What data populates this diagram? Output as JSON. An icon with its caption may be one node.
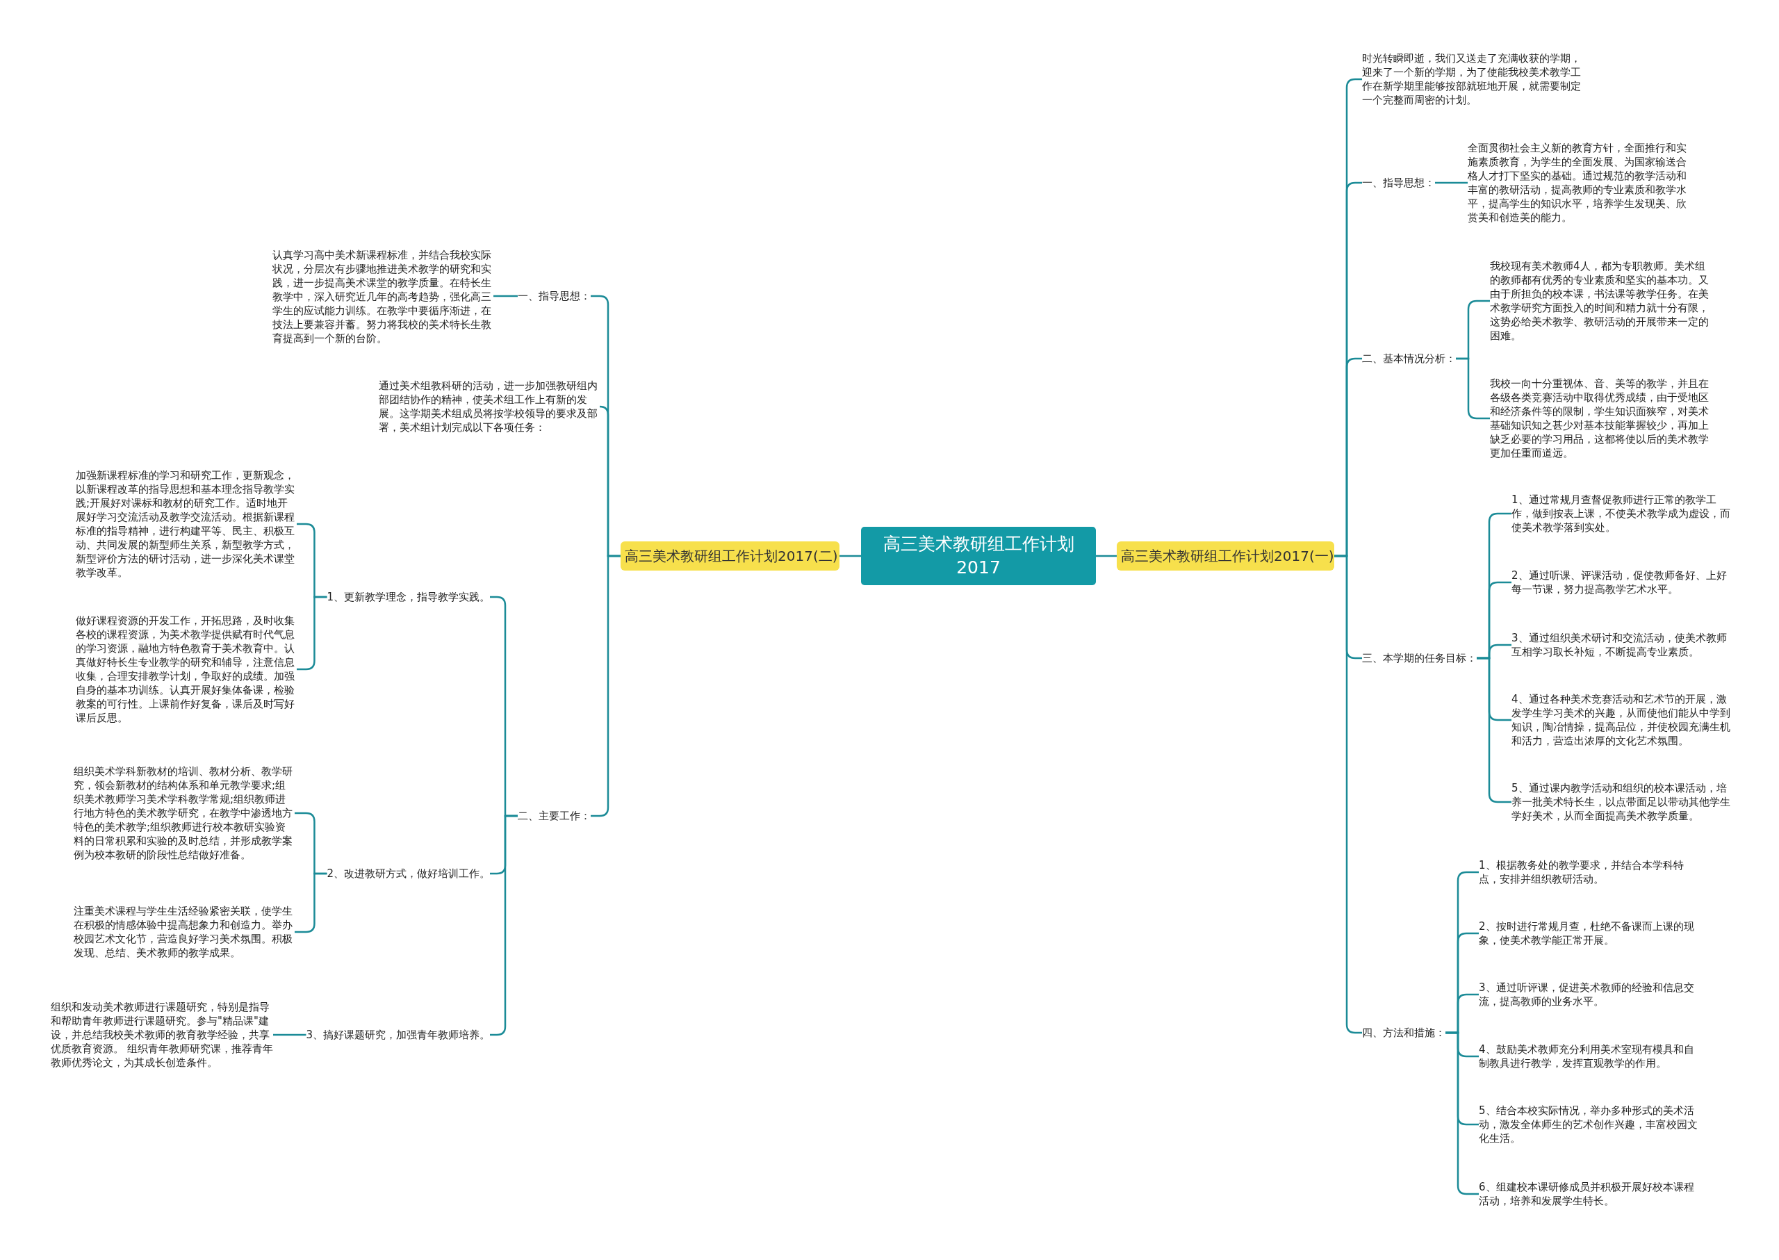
{
  "diagram": {
    "nodes": [
      {
        "text": [
          "高三美术教研组工作计划2017"
        ]
      },
      {
        "text": [
          "高三美术教研组工作计划2017(一)"
        ]
      },
      {
        "text": [
          "高三美术教研组工作计划2017(二)"
        ]
      },
      {
        "text": [
          "时光转瞬即逝，我们又送走了充满收获的学期，迎来了一个新的学期，为了使能我校美术教学工作在新学期里能够按部就班地开展，就需要制定一个完整而周密的计划。"
        ]
      },
      {
        "text": [
          "一、指导思想："
        ]
      },
      {
        "text": [
          "全面贯彻社会主义新的教育方针，全面推行和实施素质教育，为学生的全面发展、为国家输送合格人才打下坚实的基础。通过规范的教学活动和丰富的教研活动，提高教师的专业素质和教学水平，提高学生的知识水平，培养学生发现美、欣赏美和创造美的能力。"
        ]
      },
      {
        "text": [
          "二、基本情况分析："
        ]
      },
      {
        "text": [
          "我校现有美术教师4人，都为专职教师。美术组的教师都有优秀的专业素质和坚实的基本功。又由于所担负的校本课，书法课等教学任务。在美术教学研究方面投入的时间和精力就十分有限，这势必给美术教学、教研活动的开展带来一定的困难。"
        ]
      },
      {
        "text": [
          "我校一向十分重视体、音、美等的教学，并且在各级各类竞赛活动中取得优秀成绩，由于受地区和经济条件等的限制，学生知识面狭窄，对美术基础知识知之甚少对基本技能掌握较少，再加上缺乏必要的学习用品，这都将使以后的美术教学更加任重而道远。"
        ]
      },
      {
        "text": [
          "三、本学期的任务目标："
        ]
      },
      {
        "text": [
          "1、通过常规月查督促教师进行正常的教学工作，做到按表上课，不使美术教学成为虚设，而使美术教学落到实处。"
        ]
      },
      {
        "text": [
          "2、通过听课、评课活动，促使教师备好、上好每一节课，努力提高教学艺术水平。"
        ]
      },
      {
        "text": [
          "3、通过组织美术研讨和交流活动，使美术教师互相学习取长补短，不断提高专业素质。"
        ]
      },
      {
        "text": [
          "4、通过各种美术竞赛活动和艺术节的开展，激发学生学习美术的兴趣，从而使他们能从中学到知识，陶冶情操，提高品位，并使校园充满生机和活力，营造出浓厚的文化艺术氛围。"
        ]
      },
      {
        "text": [
          "5、通过课内教学活动和组织的校本课活动，培养一批美术特长生，以点带面足以带动其他学生学好美术，从而全面提高美术教学质量。"
        ]
      },
      {
        "text": [
          "四、方法和措施："
        ]
      },
      {
        "text": [
          "1、根据教务处的教学要求，并结合本学科特点，安排并组织教研活动。"
        ]
      },
      {
        "text": [
          "2、按时进行常规月查，杜绝不备课而上课的现象，使美术教学能正常开展。"
        ]
      },
      {
        "text": [
          "3、通过听评课，促进美术教师的经验和信息交流，提高教师的业务水平。"
        ]
      },
      {
        "text": [
          "4、鼓励美术教师充分利用美术室现有模具和自制教具进行教学，发挥直观教学的作用。"
        ]
      },
      {
        "text": [
          "5、结合本校实际情况，举办多种形式的美术活动，激发全体师生的艺术创作兴趣，丰富校园文化生活。"
        ]
      },
      {
        "text": [
          "6、组建校本课研修成员并积极开展好校本课程活动，培养和发展学生特长。"
        ]
      },
      {
        "text": [
          "一、指导思想："
        ]
      },
      {
        "text": [
          "认真学习高中美术新课程标准，并结合我校实际状况，分层次有步骤地推进美术教学的研究和实践，进一步提高美术课堂的教学质量。在特长生教学中，深入研究近几年的高考趋势，强化高三学生的应试能力训练。在教学中要循序渐进，在技法上要兼容并蓄。努力将我校的美术特长生教育提高到一个新的台阶。"
        ]
      },
      {
        "text": [
          "通过美术组教科研的活动，进一步加强教研组内部团结协作的精神，使美术组工作上有新的发展。这学期美术组成员将按学校领导的要求及部署，美术组计划完成以下各项任务："
        ]
      },
      {
        "text": [
          "二、主要工作："
        ]
      },
      {
        "text": [
          "1、更新教学理念，指导教学实践。"
        ]
      },
      {
        "text": [
          "加强新课程标准的学习和研究工作，更新观念，以新课程改革的指导思想和基本理念指导教学实践;开展好对课标和教材的研究工作。适时地开展好学习交流活动及教学交流活动。根据新课程标准的指导精神，进行构建平等、民主、积极互动、共同发展的新型师生关系，新型教学方式，新型评价方法的研讨活动，进一步深化美术课堂教学改革。"
        ]
      },
      {
        "text": [
          "做好课程资源的开发工作，开拓思路，及时收集各校的课程资源，为美术教学提供赋有时代气息的学习资源，融地方特色教育于美术教育中。认真做好特长生专业教学的研究和辅导，注意信息收集，合理安排教学计划，争取好的成绩。加强自身的基本功训练。认真开展好集体备课，检验教案的可行性。上课前作好复备，课后及时写好课后反思。"
        ]
      },
      {
        "text": [
          "2、改进教研方式，做好培训工作。"
        ]
      },
      {
        "text": [
          "组织美术学科新教材的培训、教材分析、教学研究，领会新教材的结构体系和单元教学要求;组织美术教师学习美术学科教学常规;组织教师进行地方特色的美术教学研究，在教学中渗透地方特色的美术教学;组织教师进行校本教研实验资料的日常积累和实验的及时总结，并形成教学案例为校本教研的阶段性总结做好准备。"
        ]
      },
      {
        "text": [
          "注重美术课程与学生生活经验紧密关联，使学生在积极的情感体验中提高想象力和创造力。举办校园艺术文化节，营造良好学习美术氛围。积极发现、总结、美术教师的教学成果。"
        ]
      },
      {
        "text": [
          "3、搞好课题研究，加强青年教师培养。"
        ]
      },
      {
        "text": [
          "组织和发动美术教师进行课题研究，特别是指导和帮助青年教师进行课题研究。参与\"精品课\"建设，并总结我校美术教师的教育教学经验，共享优质教育资源。 组织青年教师研究课，推荐青年教师优秀论文，为其成长创造条件。"
        ]
      }
    ],
    "edges": [
      {
        "from": 0,
        "to": 1,
        "arrow": "none"
      },
      {
        "from": 0,
        "to": 2,
        "arrow": "none"
      },
      {
        "from": 1,
        "to": 3,
        "arrow": "none"
      },
      {
        "from": 1,
        "to": 4,
        "arrow": "none"
      },
      {
        "from": 4,
        "to": 5,
        "arrow": "none"
      },
      {
        "from": 1,
        "to": 6,
        "arrow": "none"
      },
      {
        "from": 6,
        "to": 7,
        "arrow": "none"
      },
      {
        "from": 6,
        "to": 8,
        "arrow": "none"
      },
      {
        "from": 1,
        "to": 9,
        "arrow": "none"
      },
      {
        "from": 9,
        "to": 10,
        "arrow": "none"
      },
      {
        "from": 9,
        "to": 11,
        "arrow": "none"
      },
      {
        "from": 9,
        "to": 12,
        "arrow": "none"
      },
      {
        "from": 9,
        "to": 13,
        "arrow": "none"
      },
      {
        "from": 9,
        "to": 14,
        "arrow": "none"
      },
      {
        "from": 1,
        "to": 15,
        "arrow": "none"
      },
      {
        "from": 15,
        "to": 16,
        "arrow": "none"
      },
      {
        "from": 15,
        "to": 17,
        "arrow": "none"
      },
      {
        "from": 15,
        "to": 18,
        "arrow": "none"
      },
      {
        "from": 15,
        "to": 19,
        "arrow": "none"
      },
      {
        "from": 15,
        "to": 20,
        "arrow": "none"
      },
      {
        "from": 15,
        "to": 21,
        "arrow": "none"
      },
      {
        "from": 2,
        "to": 22,
        "arrow": "none"
      },
      {
        "from": 22,
        "to": 23,
        "arrow": "none"
      },
      {
        "from": 2,
        "to": 24,
        "arrow": "none"
      },
      {
        "from": 2,
        "to": 25,
        "arrow": "none"
      },
      {
        "from": 25,
        "to": 26,
        "arrow": "none"
      },
      {
        "from": 26,
        "to": 27,
        "arrow": "none"
      },
      {
        "from": 26,
        "to": 28,
        "arrow": "none"
      },
      {
        "from": 25,
        "to": 29,
        "arrow": "none"
      },
      {
        "from": 29,
        "to": 30,
        "arrow": "none"
      },
      {
        "from": 29,
        "to": 31,
        "arrow": "none"
      },
      {
        "from": 25,
        "to": 32,
        "arrow": "none"
      },
      {
        "from": 32,
        "to": 33,
        "arrow": "none"
      }
    ]
  }
}
